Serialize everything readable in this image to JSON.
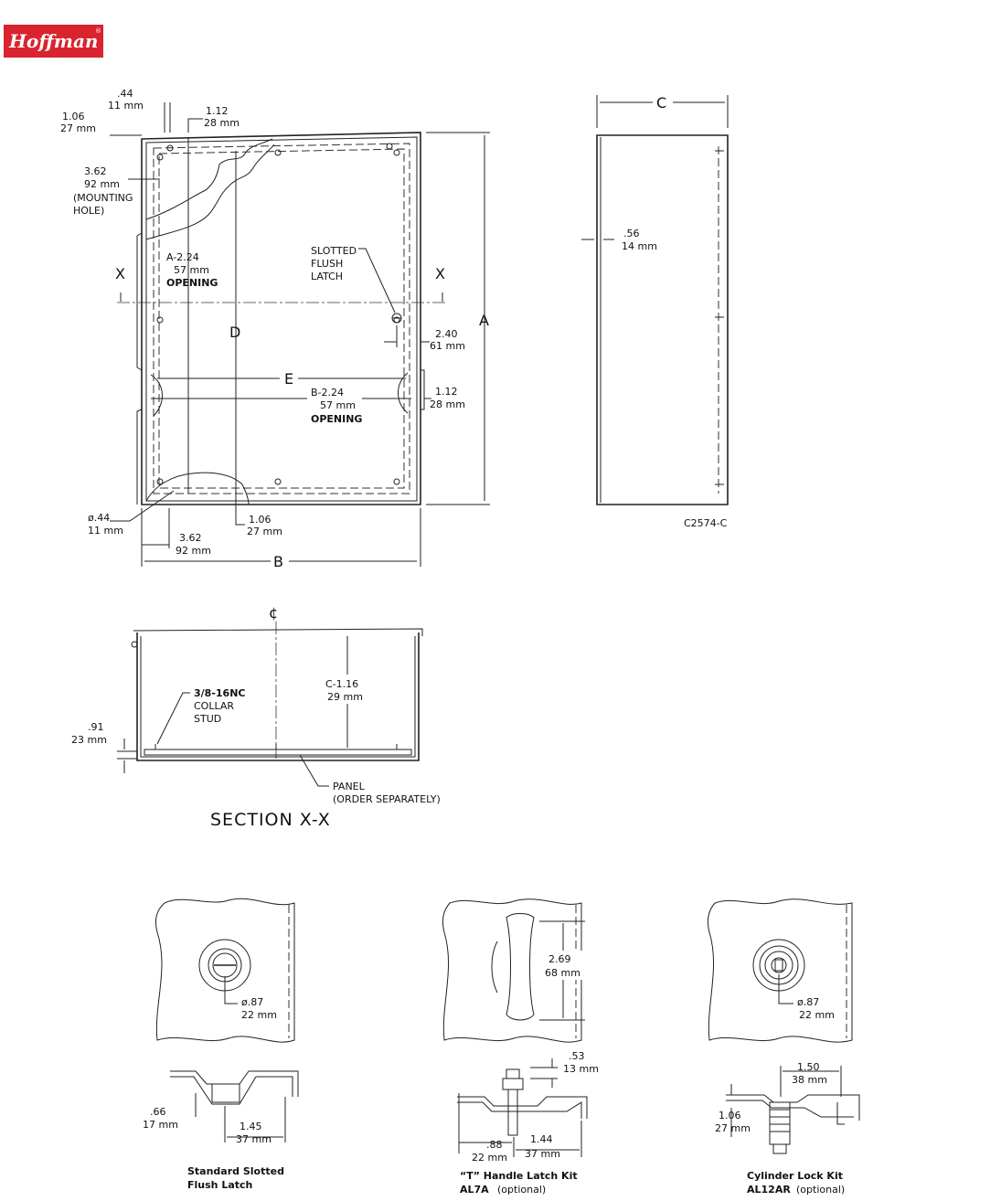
{
  "brand": {
    "name": "Hoffman",
    "mark": "®",
    "color": "#d9232e"
  },
  "front_view": {
    "dim_hole_offset": {
      "in": ".44",
      "mm": "11 mm"
    },
    "dim_top_1": {
      "in": "1.06",
      "mm": "27 mm"
    },
    "dim_top_2": {
      "in": "1.12",
      "mm": "28 mm"
    },
    "dim_mount_hole": {
      "in": "3.62",
      "mm": "92 mm",
      "note1": "(MOUNTING",
      "note2": "HOLE)"
    },
    "dim_opening_a": {
      "in": "A-2.24",
      "mm": "57 mm",
      "note": "OPENING"
    },
    "latch_label": [
      "SLOTTED",
      "FLUSH",
      "LATCH"
    ],
    "section_marker": "X",
    "letter_d": "D",
    "letter_a": "A",
    "letter_e": "E",
    "letter_b": "B",
    "dim_latch_offset": {
      "in": "2.40",
      "mm": "61 mm"
    },
    "dim_opening_b": {
      "in": "B-2.24",
      "mm": "57 mm",
      "note": "OPENING"
    },
    "dim_side_1": {
      "in": "1.12",
      "mm": "28 mm"
    },
    "dim_hole_dia": {
      "in": "ø.44",
      "mm": "11 mm"
    },
    "dim_bottom_1": {
      "in": "1.06",
      "mm": "27 mm"
    },
    "dim_bottom_2": {
      "in": "3.62",
      "mm": "92 mm"
    }
  },
  "side_view": {
    "letter_c": "C",
    "dim_flange": {
      "in": ".56",
      "mm": "14 mm"
    },
    "drawing_no": "C2574-C"
  },
  "section_view": {
    "centerline": "¢",
    "dim_depth": {
      "in": "C-1.16",
      "mm": "29 mm"
    },
    "stud_label": [
      "3/8-16NC",
      "COLLAR",
      "STUD"
    ],
    "dim_stud": {
      "in": ".91",
      "mm": "23 mm"
    },
    "panel_label": [
      "PANEL",
      "(ORDER SEPARATELY)"
    ],
    "title": "SECTION X-X"
  },
  "latches": [
    {
      "dia": {
        "in": "ø.87",
        "mm": "22 mm"
      },
      "dim_a": {
        "in": ".66",
        "mm": "17 mm"
      },
      "dim_b": {
        "in": "1.45",
        "mm": "37 mm"
      },
      "caption1": "Standard Slotted",
      "caption2": "Flush Latch"
    },
    {
      "handle": {
        "in": "2.69",
        "mm": "68 mm"
      },
      "dim_a": {
        "in": ".53",
        "mm": "13 mm"
      },
      "dim_b": {
        "in": ".88",
        "mm": "22 mm"
      },
      "dim_c": {
        "in": "1.44",
        "mm": "37 mm"
      },
      "caption1": "“T” Handle Latch Kit",
      "caption2": "AL7A",
      "optional": "(optional)"
    },
    {
      "dia": {
        "in": "ø.87",
        "mm": "22 mm"
      },
      "dim_a": {
        "in": "1.50",
        "mm": "38 mm"
      },
      "dim_b": {
        "in": "1.06",
        "mm": "27 mm"
      },
      "caption1": "Cylinder Lock Kit",
      "caption2": "AL12AR",
      "optional": "(optional)"
    }
  ]
}
